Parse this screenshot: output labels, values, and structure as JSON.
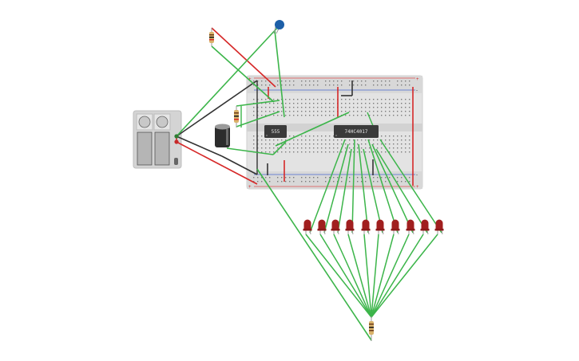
{
  "chips": {
    "timer_label": "555",
    "counter_label": "74HC4017"
  },
  "rails": {
    "plus": "+",
    "minus": "-"
  },
  "colors": {
    "wire_green": "#3cb54a",
    "wire_red": "#d62828",
    "wire_black": "#333333",
    "breadboard": "#e6e6e6",
    "chip": "#3a3a3a",
    "led": "#a11f1f",
    "battery_case": "#c9c9c9",
    "capacitor": "#2c2c2c",
    "ceramic_cap": "#1d5fa8"
  },
  "leds": {
    "count": 10
  },
  "components": [
    "breadboard",
    "battery-pack",
    "555-timer",
    "74HC4017-counter",
    "electrolytic-capacitor",
    "ceramic-capacitor",
    "resistor",
    "leds"
  ]
}
